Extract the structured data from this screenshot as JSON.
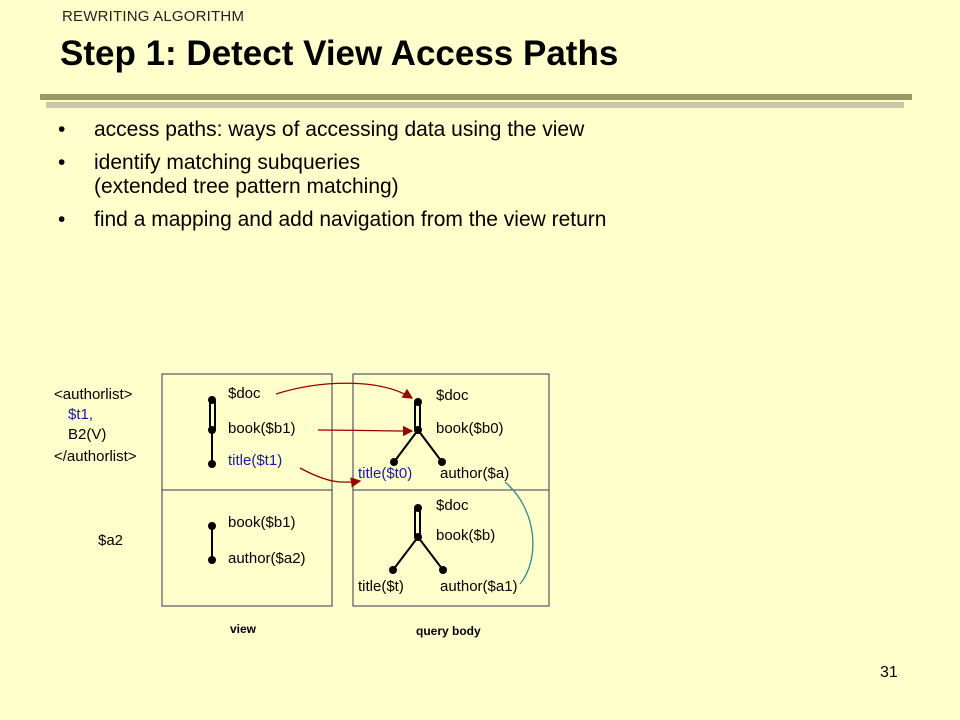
{
  "header": {
    "kicker": "REWRITING ALGORITHM",
    "title": "Step 1: Detect View Access Paths"
  },
  "bullets": [
    {
      "line1": "access paths: ways of accessing data using the view",
      "line2": ""
    },
    {
      "line1": "identify matching subqueries",
      "line2": "(extended tree pattern matching)"
    },
    {
      "line1": "find a mapping and add navigation from the view return",
      "line2": ""
    }
  ],
  "diagram": {
    "return_labels": {
      "open": "<authorlist>",
      "t1": "$t1,",
      "b2": "B2(V)",
      "close": "</authorlist>",
      "a2": "$a2"
    },
    "view_top": {
      "doc": "$doc",
      "book": "book($b1)",
      "title": "title($t1)"
    },
    "view_bottom": {
      "book": "book($b1)",
      "author": "author($a2)"
    },
    "query_top": {
      "doc": "$doc",
      "book": "book($b0)",
      "title": "title($t0)",
      "author": "author($a)"
    },
    "query_bottom": {
      "doc": "$doc",
      "book": "book($b)",
      "title": "title($t)",
      "author": "author($a1)"
    },
    "captions": {
      "view": "view",
      "query": "query body"
    }
  },
  "colors": {
    "background": "#ffffcc",
    "rule": "#999966",
    "mapping_arrow": "#990000",
    "blue_text": "#1a1aa6"
  },
  "page_number": "31"
}
